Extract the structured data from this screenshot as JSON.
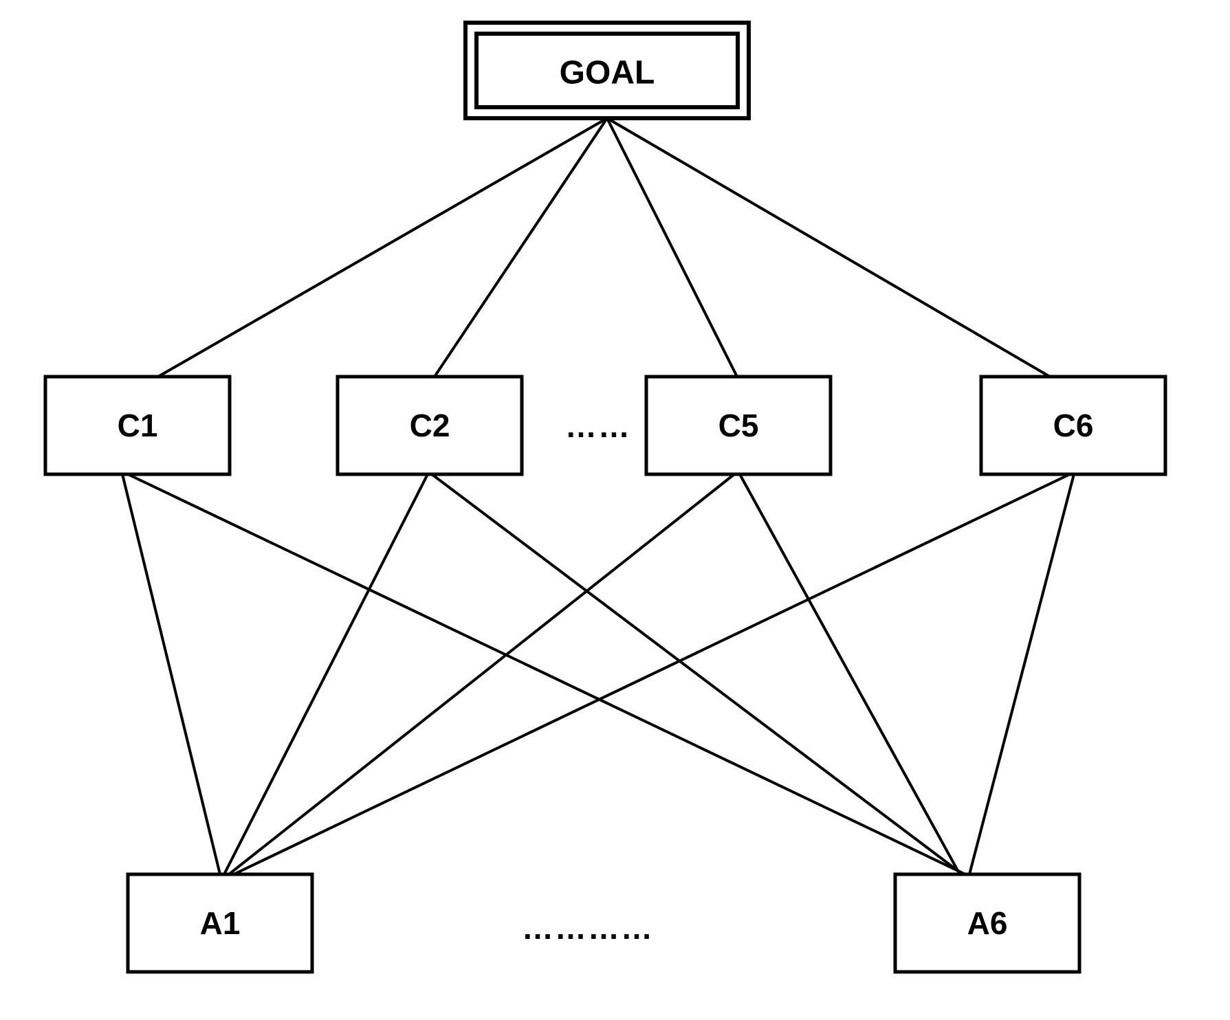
{
  "diagram": {
    "title": "AHP hierarchical decision structure",
    "background_color": "#ffffff",
    "line_color": "#000000",
    "levels": [
      {
        "name": "goal-level",
        "nodes": [
          {
            "id": "GOAL",
            "label": "GOAL",
            "shape": "double-rectangle"
          }
        ]
      },
      {
        "name": "criteria-level",
        "nodes": [
          {
            "id": "C1",
            "label": "C1",
            "shape": "rectangle"
          },
          {
            "id": "C2",
            "label": "C2",
            "shape": "rectangle"
          },
          {
            "id": "C5",
            "label": "C5",
            "shape": "rectangle"
          },
          {
            "id": "C6",
            "label": "C6",
            "shape": "rectangle"
          }
        ],
        "ellipsis": "……"
      },
      {
        "name": "alternatives-level",
        "nodes": [
          {
            "id": "A1",
            "label": "A1",
            "shape": "rectangle"
          },
          {
            "id": "A6",
            "label": "A6",
            "shape": "rectangle"
          }
        ],
        "ellipsis": "…………"
      }
    ],
    "edges": [
      {
        "from": "GOAL",
        "to": "C1"
      },
      {
        "from": "GOAL",
        "to": "C2"
      },
      {
        "from": "GOAL",
        "to": "C5"
      },
      {
        "from": "GOAL",
        "to": "C6"
      },
      {
        "from": "C1",
        "to": "A1"
      },
      {
        "from": "C1",
        "to": "A6"
      },
      {
        "from": "C2",
        "to": "A1"
      },
      {
        "from": "C2",
        "to": "A6"
      },
      {
        "from": "C5",
        "to": "A1"
      },
      {
        "from": "C5",
        "to": "A6"
      },
      {
        "from": "C6",
        "to": "A1"
      },
      {
        "from": "C6",
        "to": "A6"
      }
    ]
  },
  "labels": {
    "goal": "GOAL",
    "c1": "C1",
    "c2": "C2",
    "c5": "C5",
    "c6": "C6",
    "a1": "A1",
    "a6": "A6",
    "criteria_ellipsis": "……",
    "alternatives_ellipsis": "…………"
  }
}
